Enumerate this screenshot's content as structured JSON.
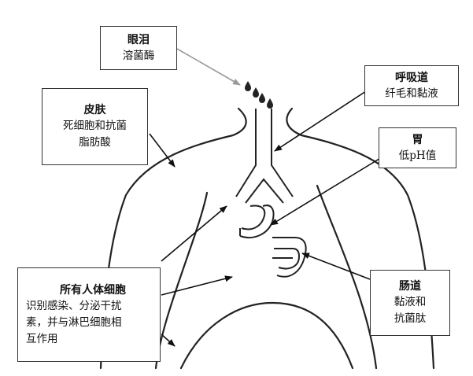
{
  "labels": {
    "tears": {
      "title": "眼泪",
      "lines": [
        "溶菌酶"
      ]
    },
    "respiratory": {
      "title": "呼吸道",
      "lines": [
        "纤毛和黏液"
      ]
    },
    "skin": {
      "title": "皮肤",
      "lines": [
        "死细胞和抗菌",
        "脂肪酸"
      ]
    },
    "stomach": {
      "title": "胃",
      "lines": [
        "低pH值"
      ]
    },
    "all_cells": {
      "title": "所有人体细胞",
      "lines": [
        "识别感染、分泌干扰",
        "素，并与淋巴细胞相",
        "互作用"
      ]
    },
    "intestine": {
      "title": "肠道",
      "lines": [
        "黏液和",
        "抗菌肽"
      ]
    }
  },
  "colors": {
    "stroke": "#222222",
    "tears_arrow": "#999999",
    "box_border": "#333333"
  }
}
